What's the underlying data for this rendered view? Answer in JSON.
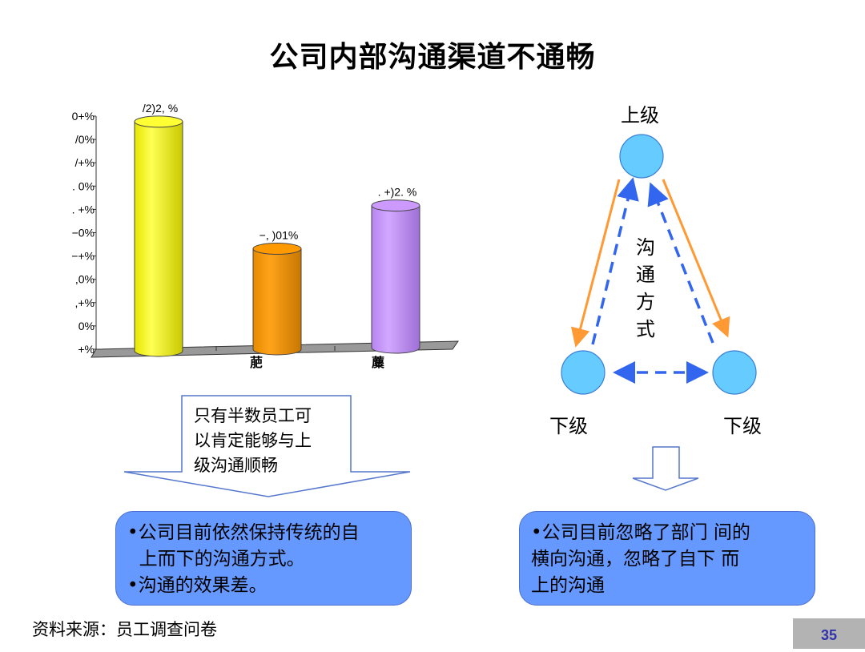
{
  "title": "公司内部沟通渠道不通畅",
  "chart_data": {
    "type": "bar",
    "title": "",
    "xlabel": "",
    "ylabel": "",
    "ylim": [
      0,
      50
    ],
    "yticks": [
      0,
      5,
      10,
      15,
      20,
      25,
      30,
      35,
      40,
      45,
      50
    ],
    "ytick_labels": [
      "+%",
      "0%",
      ",+%",
      ",0%",
      "−+%",
      "−0%",
      ". +%",
      ". 0%",
      "/+%",
      "/0%",
      "0+%"
    ],
    "categories": [
      "",
      "萉",
      "蘪"
    ],
    "values": [
      48.81,
      21.56,
      30.83
    ],
    "data_labels": [
      "/2)2, %",
      "−, )01%",
      ". +)2. %"
    ],
    "colors": [
      "#ffff33",
      "#ff9900",
      "#cc99ff"
    ],
    "grid": false,
    "style": "3d-cylinder"
  },
  "callout": {
    "text_lines": [
      "只有半数员工可",
      "以肯定能够与上",
      "级沟通顺畅"
    ]
  },
  "left_box": {
    "lines": [
      "•公司目前依然保持传统的自",
      "  上而下的沟通方式。",
      "•沟通的效果差。"
    ]
  },
  "diagram": {
    "top_label": "上级",
    "left_label": "下级",
    "right_label": "下级",
    "center_text": [
      "沟",
      "通",
      "方",
      "式"
    ],
    "colors": {
      "node": "#66ccff",
      "node_border": "#3a7fd5",
      "solid_arrow": "#ff9933",
      "dashed_arrow": "#3366ee"
    }
  },
  "right_box": {
    "lines": [
      "•公司目前忽略了部门 间的",
      "横向沟通，忽略了自下 而",
      "上的沟通"
    ]
  },
  "source": "资料来源：员工调查问卷",
  "page_number": "35"
}
